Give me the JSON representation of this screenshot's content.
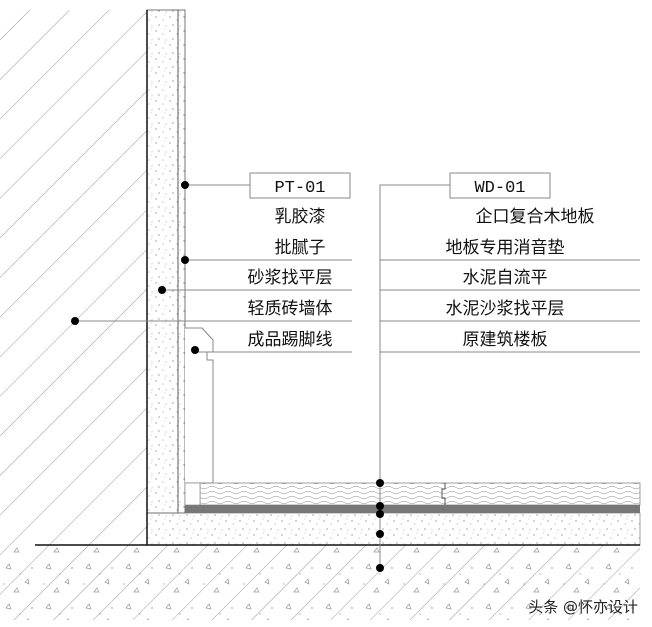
{
  "wall_callout": {
    "code": "PT-01",
    "layers": [
      "乳胶漆",
      "批腻子",
      "砂浆找平层",
      "轻质砖墙体",
      "成品踢脚线"
    ]
  },
  "floor_callout": {
    "code": "WD-01",
    "layers": [
      "企口复合木地板",
      "地板专用消音垫",
      "水泥自流平",
      "水泥沙浆找平层",
      "原建筑楼板"
    ]
  },
  "watermark": "头条 @怀亦设计",
  "colors": {
    "line": "#111111",
    "leader": "#888888",
    "underlay": "#777777"
  }
}
